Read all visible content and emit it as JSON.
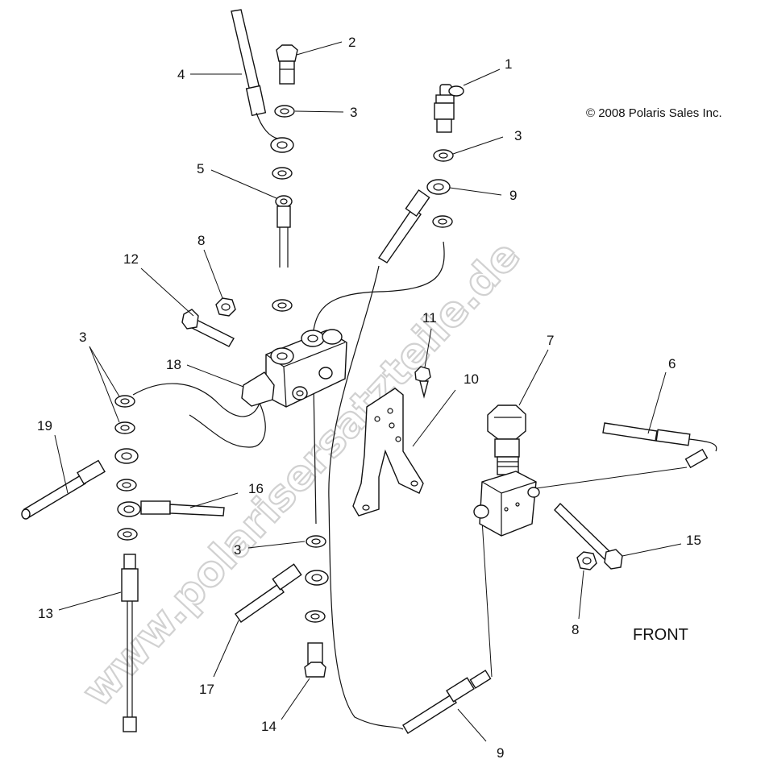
{
  "copyright": "© 2008 Polaris Sales Inc.",
  "front_label": "FRONT",
  "watermark": "www.polarisersatzteile.de",
  "callouts": {
    "c1": "1",
    "c2": "2",
    "c3a": "3",
    "c3b": "3",
    "c3c": "3",
    "c3d": "3",
    "c4": "4",
    "c5": "5",
    "c6": "6",
    "c7": "7",
    "c8a": "8",
    "c8b": "8",
    "c9a": "9",
    "c9b": "9",
    "c10": "10",
    "c11": "11",
    "c12": "12",
    "c13": "13",
    "c14": "14",
    "c15": "15",
    "c16": "16",
    "c17": "17",
    "c18": "18",
    "c19": "19"
  }
}
